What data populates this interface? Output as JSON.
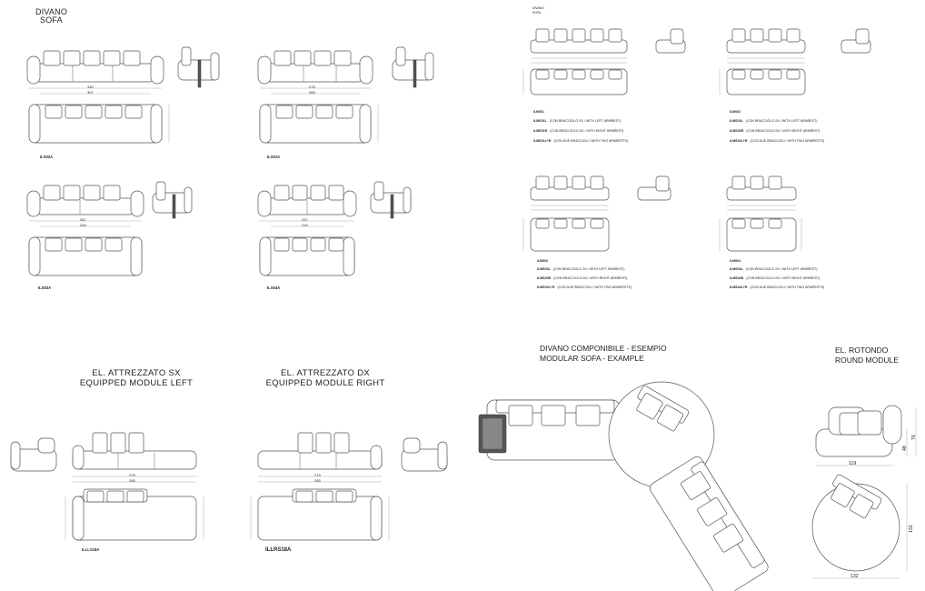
{
  "header": {
    "title_line1": "DIVANO",
    "title_line2": "SOFA",
    "title_small_line1": "DIVANO",
    "title_small_line2": "SOFA"
  },
  "sofa_codes": {
    "a": "ILS02A",
    "b": "ILS01A",
    "c": "ILS03A",
    "d": "ILS04A"
  },
  "dims": {
    "a_width": "330",
    "a_inner": "307",
    "b_width": "275",
    "b_inner": "265",
    "c_width": "267",
    "c_inner": "249",
    "d_width": "237",
    "d_inner": "219"
  },
  "modules": {
    "m1": {
      "base": "ILMS01",
      "options": [
        {
          "code": "ILMS01L",
          "text": "(CON BRACCIOLO SX / WITH LEFT ARMREST)"
        },
        {
          "code": "ILMS01R",
          "text": "(CON BRACCIOLO DX / WITH RIGHT ARMREST)"
        },
        {
          "code": "ILMS01L+R",
          "text": "(CON DUE BRACCIOLI / WITH TWO ARMRESTS)"
        }
      ]
    },
    "m2": {
      "base": "ILMS02",
      "options": [
        {
          "code": "ILMS02L",
          "text": "(CON BRACCIOLO SX / WITH LEFT ARMREST)"
        },
        {
          "code": "ILMS02R",
          "text": "(CON BRACCIOLO DX / WITH RIGHT ARMREST)"
        },
        {
          "code": "ILMS02L+R",
          "text": "(CON DUE BRACCIOLI / WITH TWO ARMRESTS)"
        }
      ]
    },
    "m3": {
      "base": "ILMS03",
      "options": [
        {
          "code": "ILMS03L",
          "text": "(CON BRACCIOLO SX / WITH LEFT ARMREST)"
        },
        {
          "code": "ILMS03R",
          "text": "(CON BRACCIOLO DX / WITH RIGHT ARMREST)"
        },
        {
          "code": "ILMS03L+R",
          "text": "(CON DUE BRACCIOLI / WITH TWO ARMRESTS)"
        }
      ]
    },
    "m4": {
      "base": "ILMS04",
      "options": [
        {
          "code": "ILMS04L",
          "text": "(CON BRACCIOLO SX / WITH LEFT ARMREST)"
        },
        {
          "code": "ILMS04R",
          "text": "(CON BRACCIOLO DX / WITH RIGHT ARMREST)"
        },
        {
          "code": "ILMS04L+R",
          "text": "(CON DUE BRACCIOLI / WITH TWO ARMRESTS)"
        }
      ]
    }
  },
  "equipped_left": {
    "title_line1": "EL. ATTREZZATO SX",
    "title_line2": "EQUIPPED MODULE LEFT",
    "code": "ILLLS18A",
    "width": "275",
    "inner": "265"
  },
  "equipped_right": {
    "title_line1": "EL. ATTREZZATO DX",
    "title_line2": "EQUIPPED MODULE RIGHT",
    "code": "ILLRS18A",
    "width": "275",
    "inner": "265"
  },
  "example": {
    "title_line1": "DIVANO COMPONIBILE - ESEMPIO",
    "title_line2": "MODULAR SOFA - EXAMPLE"
  },
  "round": {
    "title_line1": "EL. ROTONDO",
    "title_line2": "ROUND MODULE",
    "front_width": "119",
    "front_height_1": "48",
    "front_height_2": "76",
    "plan_width": "132",
    "plan_depth": "132"
  }
}
